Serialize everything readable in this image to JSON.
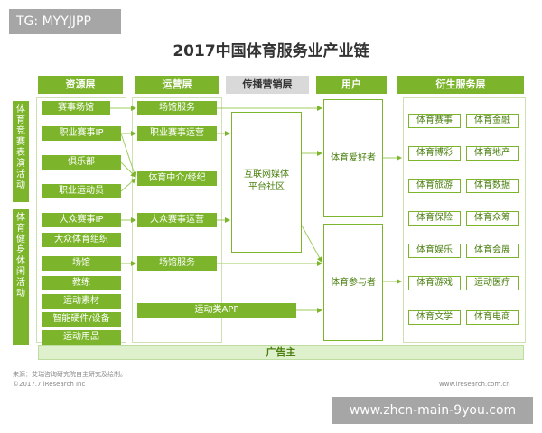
{
  "watermark_top": "TG: MYYJJPP",
  "watermark_bottom": "www.zhcn-main-9you.com",
  "title": "2017中国体育服务业产业链",
  "headers": {
    "resource": "资源层",
    "operation": "运营层",
    "media": "传播营销层",
    "user": "用户",
    "derived": "衍生服务层"
  },
  "side_labels": {
    "competitive": "体育竞赛表演活动",
    "fitness": "体育健身休闲活动"
  },
  "resource_items": [
    "赛事场馆",
    "职业赛事IP",
    "俱乐部",
    "职业运动员",
    "大众赛事IP",
    "大众体育组织",
    "场馆",
    "教练",
    "运动素材",
    "智能硬件/设备",
    "运动用品"
  ],
  "operation_items": [
    "场馆服务",
    "职业赛事运营",
    "体育中介/经纪",
    "大众赛事运营",
    "场馆服务",
    "运动类APP"
  ],
  "media_box": [
    "互联网媒体",
    "平台社区"
  ],
  "users": [
    "体育爱好者",
    "体育参与者"
  ],
  "derived_left": [
    "体育赛事",
    "体育博彩",
    "体育旅游",
    "体育保险",
    "体育娱乐",
    "体育游戏",
    "体育文学"
  ],
  "derived_right": [
    "体育金融",
    "体育地产",
    "体育数据",
    "体育众筹",
    "体育会展",
    "运动医疗",
    "体育电商"
  ],
  "ad_bar": "广告主",
  "source_line1": "来源：艾瑞咨询研究院自主研究及绘制。",
  "source_line2": "©2017.7 iResearch Inc",
  "source_url": "www.iresearch.com.cn"
}
